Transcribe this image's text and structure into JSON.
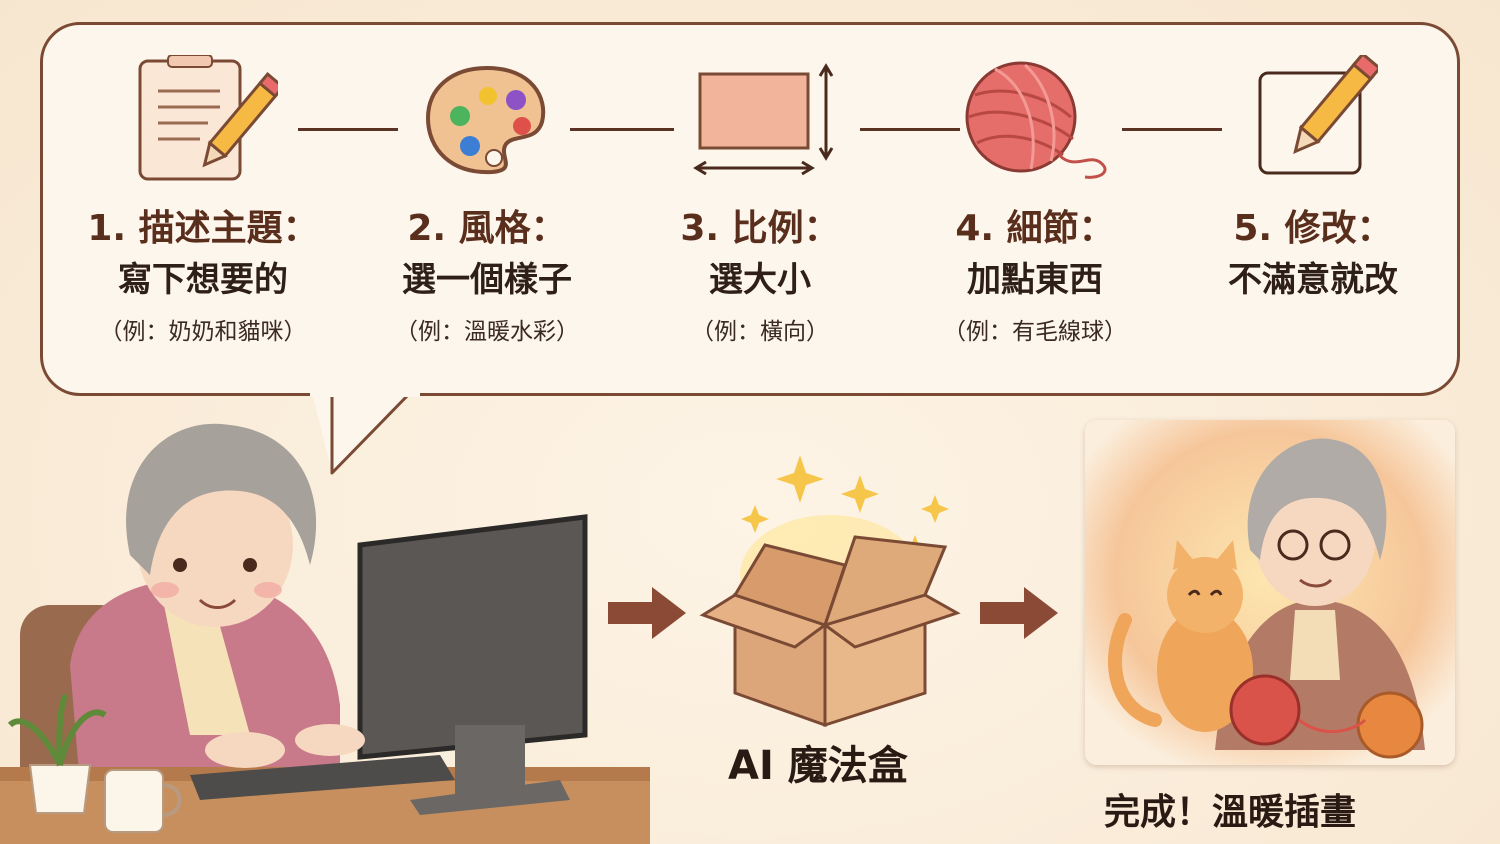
{
  "steps": [
    {
      "title": "1. 描述主題：",
      "desc": "寫下想要的",
      "example": "（例：奶奶和貓咪）",
      "icon": "notepad-pencil-icon"
    },
    {
      "title": "2. 風格：",
      "desc": "選一個樣子",
      "example": "（例：溫暖水彩）",
      "icon": "paint-palette-icon"
    },
    {
      "title": "3. 比例：",
      "desc": "選大小",
      "example": "（例：橫向）",
      "icon": "aspect-ratio-icon"
    },
    {
      "title": "4. 細節：",
      "desc": "加點東西",
      "example": "（例：有毛線球）",
      "icon": "yarn-ball-icon"
    },
    {
      "title": "5. 修改：",
      "desc": "不滿意就改",
      "example": "",
      "icon": "edit-pencil-icon"
    }
  ],
  "magic_box_label": "AI 魔法盒",
  "result_label": "完成！溫暖插畫",
  "colors": {
    "outline": "#7a4a34",
    "arrow": "#8b4a36",
    "background": "#fbf0e0"
  }
}
